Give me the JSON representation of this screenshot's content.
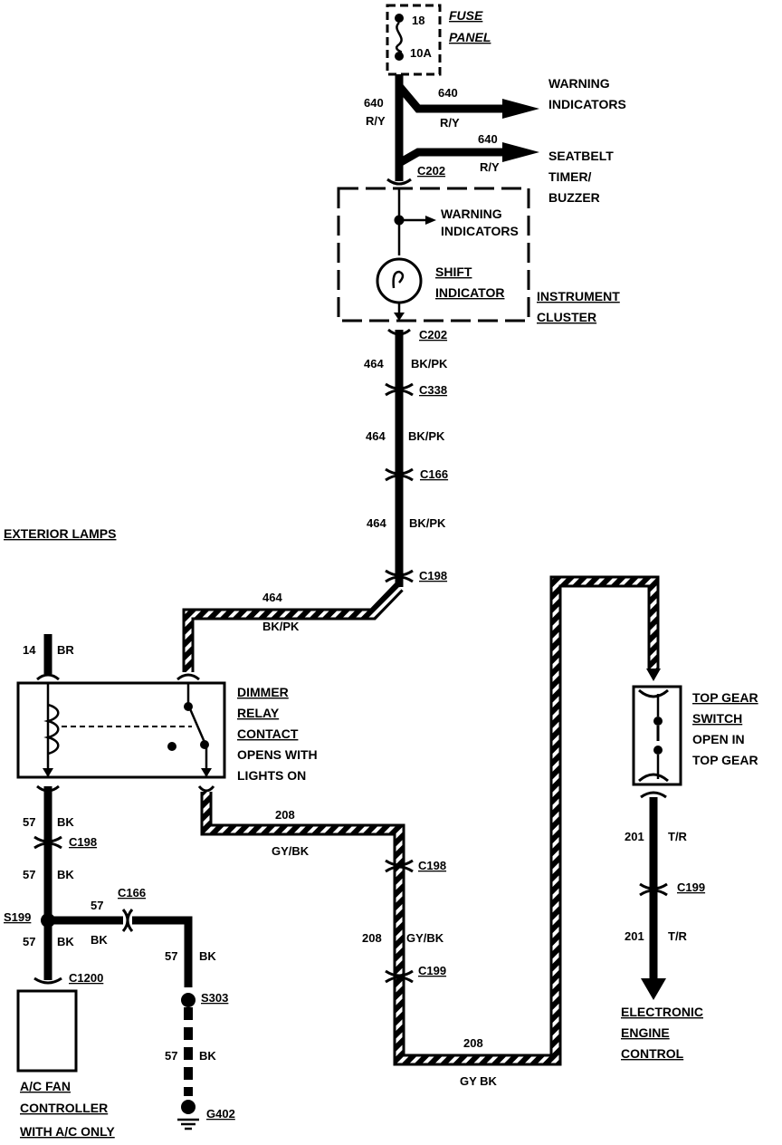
{
  "fuse_panel": {
    "fuse_number": "18",
    "rating": "10A",
    "label_line1": "FUSE",
    "label_line2": "PANEL"
  },
  "feed": {
    "circuit": "640",
    "color": "R/Y",
    "branch1": {
      "circuit": "640",
      "color": "R/Y",
      "dest_line1": "WARNING",
      "dest_line2": "INDICATORS"
    },
    "branch2": {
      "circuit": "640",
      "color": "R/Y",
      "dest_line1": "SEATBELT",
      "dest_line2": "TIMER/",
      "dest_line3": "BUZZER"
    }
  },
  "instrument_cluster": {
    "connector_top": "C202",
    "warning_line1": "WARNING",
    "warning_line2": "INDICATORS",
    "shift_line1": "SHIFT",
    "shift_line2": "INDICATOR",
    "label_line1": "INSTRUMENT",
    "label_line2": "CLUSTER",
    "connector_bottom": "C202"
  },
  "main_run": [
    {
      "circuit": "464",
      "color": "BK/PK",
      "connector": "C338"
    },
    {
      "circuit": "464",
      "color": "BK/PK",
      "connector": "C166"
    },
    {
      "circuit": "464",
      "color": "BK/PK",
      "connector": "C198"
    }
  ],
  "horizontal_464": {
    "circuit": "464",
    "color": "BK/PK"
  },
  "exterior_lamps": {
    "label": "EXTERIOR LAMPS"
  },
  "br_feed": {
    "circuit": "14",
    "color": "BR"
  },
  "dimmer_relay": {
    "line1": "DIMMER",
    "line2": "RELAY",
    "line3": "CONTACT",
    "line4": "OPENS WITH",
    "line5": "LIGHTS ON"
  },
  "left_ground": {
    "seg1": {
      "circuit": "57",
      "color": "BK",
      "connector": "C198"
    },
    "seg2": {
      "circuit": "57",
      "color": "BK"
    },
    "splice": "S199",
    "seg3": {
      "circuit": "57",
      "color": "BK",
      "connector": "C1200"
    },
    "branch": {
      "circuit": "57",
      "color": "BK",
      "connector": "C166"
    }
  },
  "right_ground": {
    "seg1": {
      "circuit": "57",
      "color": "BK"
    },
    "splice": "S303",
    "seg2": {
      "circuit": "57",
      "color": "BK"
    },
    "ground": "G402"
  },
  "ac_fan": {
    "line1": "A/C FAN",
    "line2": "CONTROLLER",
    "line3": "WITH A/C ONLY"
  },
  "wire_208": {
    "top": {
      "circuit": "208",
      "color": "GY/BK"
    },
    "connector1": "C198",
    "mid": {
      "circuit": "208",
      "color": "GY/BK"
    },
    "connector2": "C199",
    "bottom": {
      "circuit": "208",
      "color": "GY BK"
    }
  },
  "top_gear": {
    "line1": "TOP GEAR",
    "line2": "SWITCH",
    "line3": "OPEN IN",
    "line4": "TOP GEAR"
  },
  "wire_201": {
    "seg1": {
      "circuit": "201",
      "color": "T/R"
    },
    "connector": "C199",
    "seg2": {
      "circuit": "201",
      "color": "T/R"
    }
  },
  "eec": {
    "line1": "ELECTRONIC",
    "line2": "ENGINE",
    "line3": "CONTROL"
  }
}
